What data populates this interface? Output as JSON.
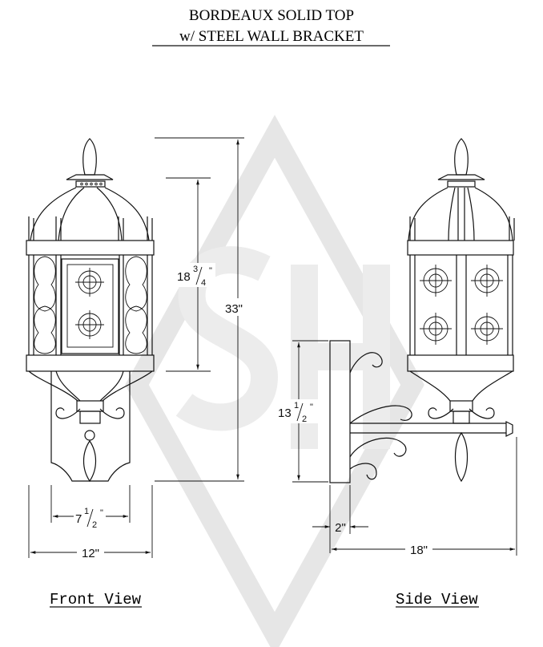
{
  "title": {
    "line1": "BORDEAUX SOLID TOP",
    "line2": "w/ STEEL WALL BRACKET"
  },
  "watermark": {
    "text": "SH"
  },
  "dimensions": {
    "overall_height": "33\"",
    "body_height": {
      "whole": "18",
      "num": "3",
      "den": "4",
      "unit": "\""
    },
    "backplate_height": {
      "whole": "13",
      "num": "1",
      "den": "2",
      "unit": "\""
    },
    "backplate_width": {
      "whole": "7",
      "num": "1",
      "den": "2",
      "unit": "\""
    },
    "overall_width": "12\"",
    "plate_depth": "2\"",
    "projection": "18\""
  },
  "views": {
    "front": "Front View",
    "side": "Side View"
  }
}
